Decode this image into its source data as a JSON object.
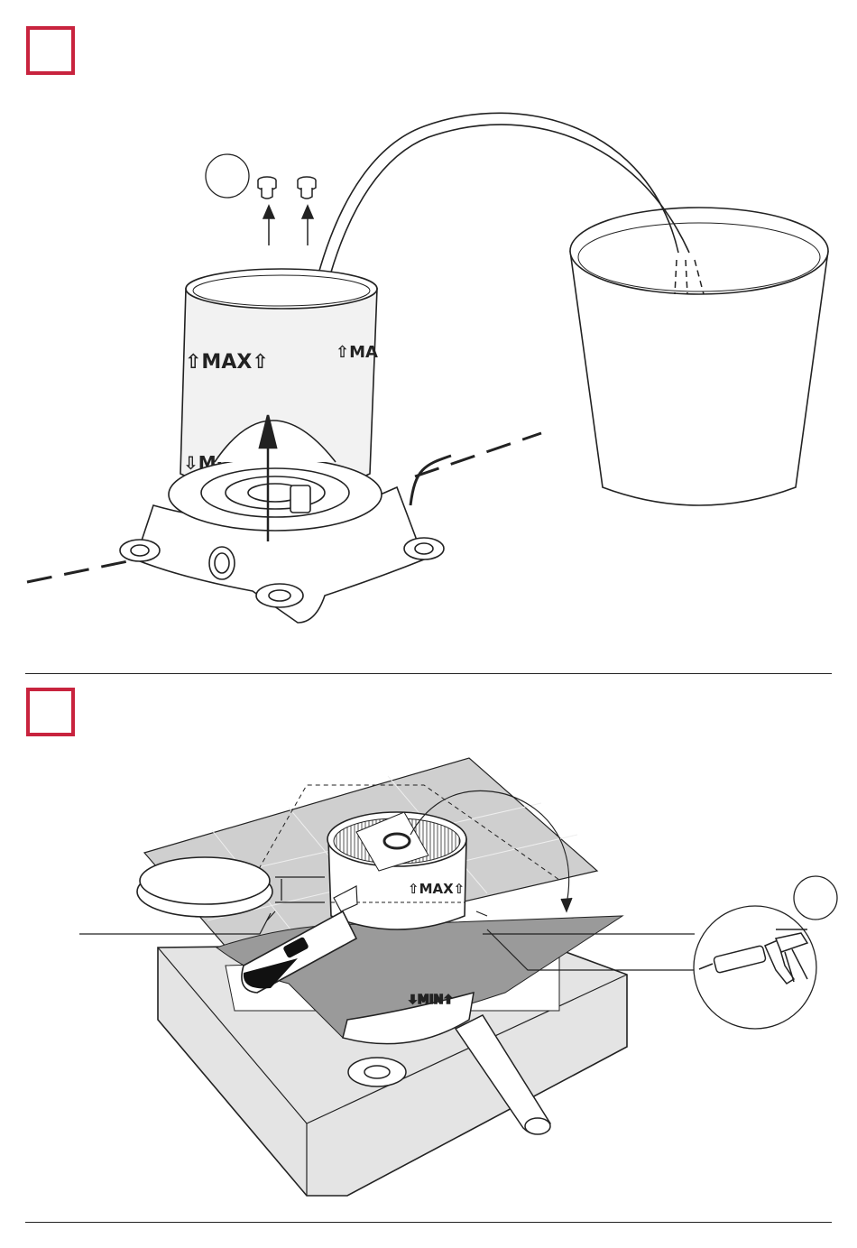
{
  "page": {
    "accent_color": "#c8233e",
    "line_color": "#222222"
  },
  "step1": {
    "sleeve_labels": {
      "max": "⇧MAX⇧",
      "max_right": "⇧MA",
      "min": "⇩MIN"
    },
    "callout_icons": [
      "plug-caps-icon",
      "flush-arrow-icon"
    ]
  },
  "step2": {
    "sleeve_labels": {
      "max": "⇧MAX⇧",
      "min": "⇩MIN⇧"
    },
    "callout_icons": [
      "silicone-gun-icon"
    ]
  }
}
